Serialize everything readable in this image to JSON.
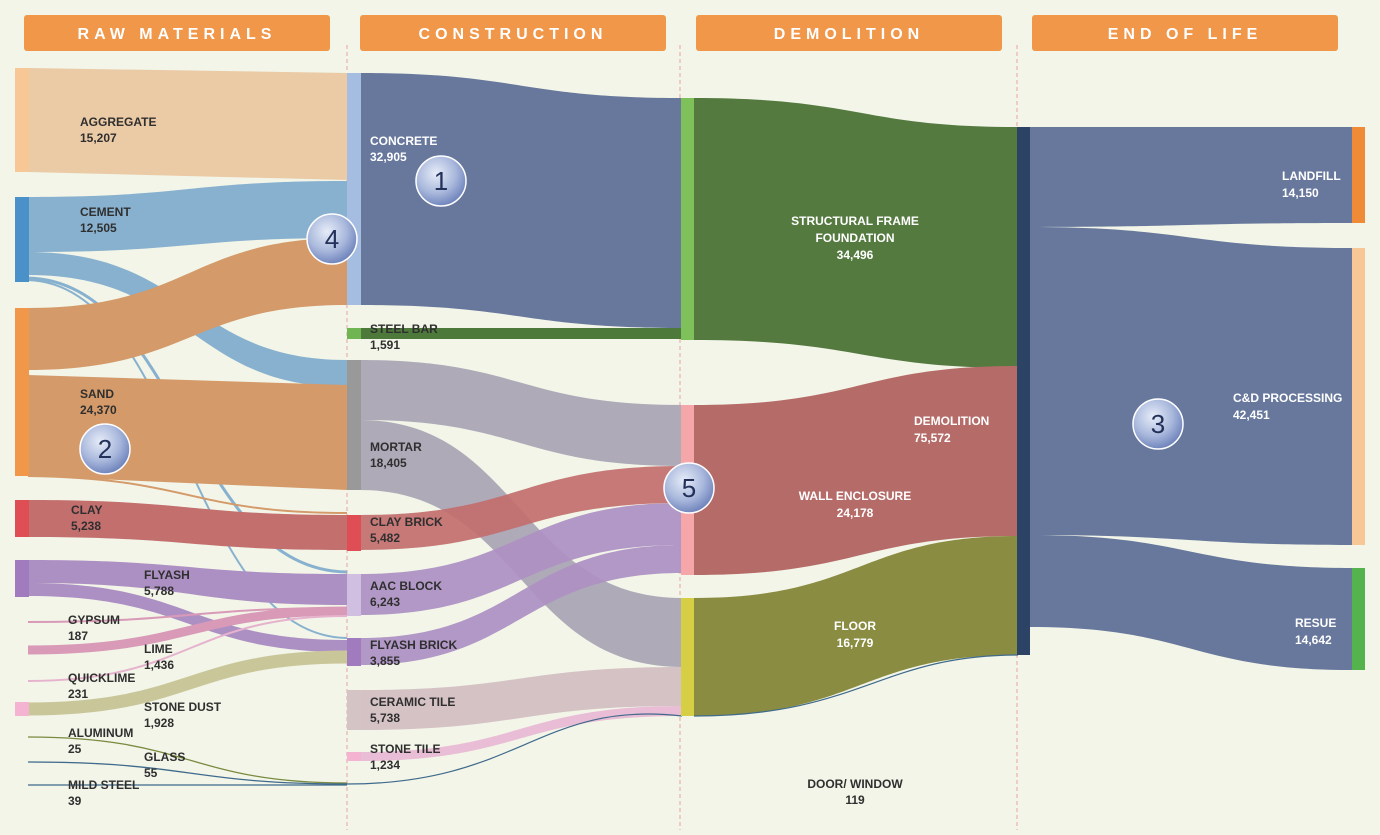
{
  "headers": [
    "RAW MATERIALS",
    "CONSTRUCTION",
    "DEMOLITION",
    "END OF LIFE"
  ],
  "colors": {
    "background": "#f2f5e8",
    "header": "#f0974a",
    "concrete": "#67789c",
    "structural": "#557a40",
    "wall": "#b56c69",
    "floor": "#8a8c42",
    "eol": "#67789c"
  },
  "nodes": {
    "aggregate": {
      "name": "AGGREGATE",
      "value": "15,207"
    },
    "cement": {
      "name": "CEMENT",
      "value": "12,505"
    },
    "sand": {
      "name": "SAND",
      "value": "24,370"
    },
    "clay": {
      "name": "CLAY",
      "value": "5,238"
    },
    "flyash": {
      "name": "FLYASH",
      "value": "5,788"
    },
    "gypsum": {
      "name": "GYPSUM",
      "value": "187"
    },
    "lime": {
      "name": "LIME",
      "value": "1,436"
    },
    "quicklime": {
      "name": "QUICKLIME",
      "value": "231"
    },
    "stone_dust": {
      "name": "STONE DUST",
      "value": "1,928"
    },
    "aluminum": {
      "name": "ALUMINUM",
      "value": "25"
    },
    "glass": {
      "name": "GLASS",
      "value": "55"
    },
    "mild_steel": {
      "name": "MILD STEEL",
      "value": "39"
    },
    "concrete": {
      "name": "CONCRETE",
      "value": "32,905"
    },
    "steel_bar": {
      "name": "STEEL BAR",
      "value": "1,591"
    },
    "mortar": {
      "name": "MORTAR",
      "value": "18,405"
    },
    "clay_brick": {
      "name": "CLAY BRICK",
      "value": "5,482"
    },
    "aac_block": {
      "name": "AAC BLOCK",
      "value": "6,243"
    },
    "flyash_brick": {
      "name": "FLYASH BRICK",
      "value": "3,855"
    },
    "ceramic_tile": {
      "name": "CERAMIC TILE",
      "value": "5,738"
    },
    "stone_tile": {
      "name": "STONE TILE",
      "value": "1,234"
    },
    "structural": {
      "name": "STRUCTURAL FRAME",
      "name2": "FOUNDATION",
      "value": "34,496"
    },
    "wall": {
      "name": "WALL ENCLOSURE",
      "value": "24,178"
    },
    "floor": {
      "name": "FLOOR",
      "value": "16,779"
    },
    "door": {
      "name": "DOOR/ WINDOW",
      "value": "119"
    },
    "demolition": {
      "name": "DEMOLITION",
      "value": "75,572"
    },
    "landfill": {
      "name": "LANDFILL",
      "value": "14,150"
    },
    "cd": {
      "name": "C&D PROCESSING",
      "value": "42,451"
    },
    "reuse": {
      "name": "RESUE",
      "value": "14,642"
    }
  },
  "badges": [
    "1",
    "2",
    "3",
    "4",
    "5"
  ]
}
